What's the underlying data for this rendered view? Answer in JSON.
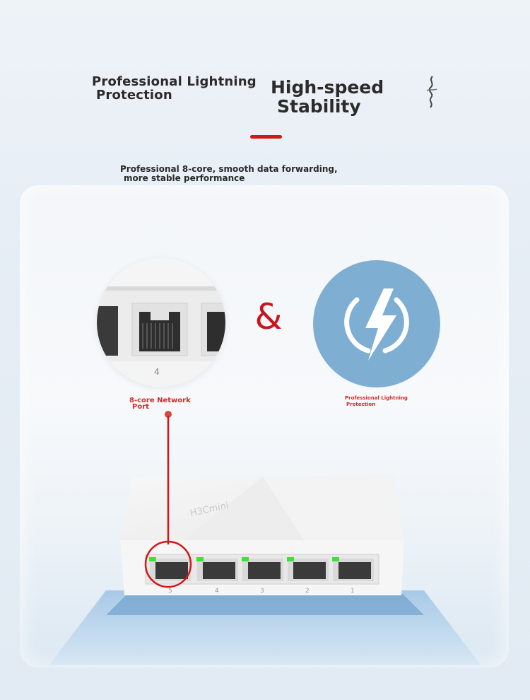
{
  "headings": {
    "left_line1": "Professional Lightning",
    "left_line2": "Protection",
    "main_line1": "High-speed",
    "main_line2": "Stability"
  },
  "subtitle": {
    "line1": "Professional 8-core, smooth data forwarding,",
    "line2": "more stable performance"
  },
  "connector": "&",
  "features": {
    "port_caption_line1": "8-core Network",
    "port_caption_line2": "Port",
    "port_number": "4",
    "lightning_caption_line1": "Professional Lightning",
    "lightning_caption_line2": "Protection"
  },
  "device": {
    "port_numbers": [
      "5",
      "4",
      "3",
      "2",
      "1"
    ]
  },
  "colors": {
    "accent_red": "#d01818",
    "lightning_blue": "#7faed3",
    "led_green": "#3ee03a"
  }
}
